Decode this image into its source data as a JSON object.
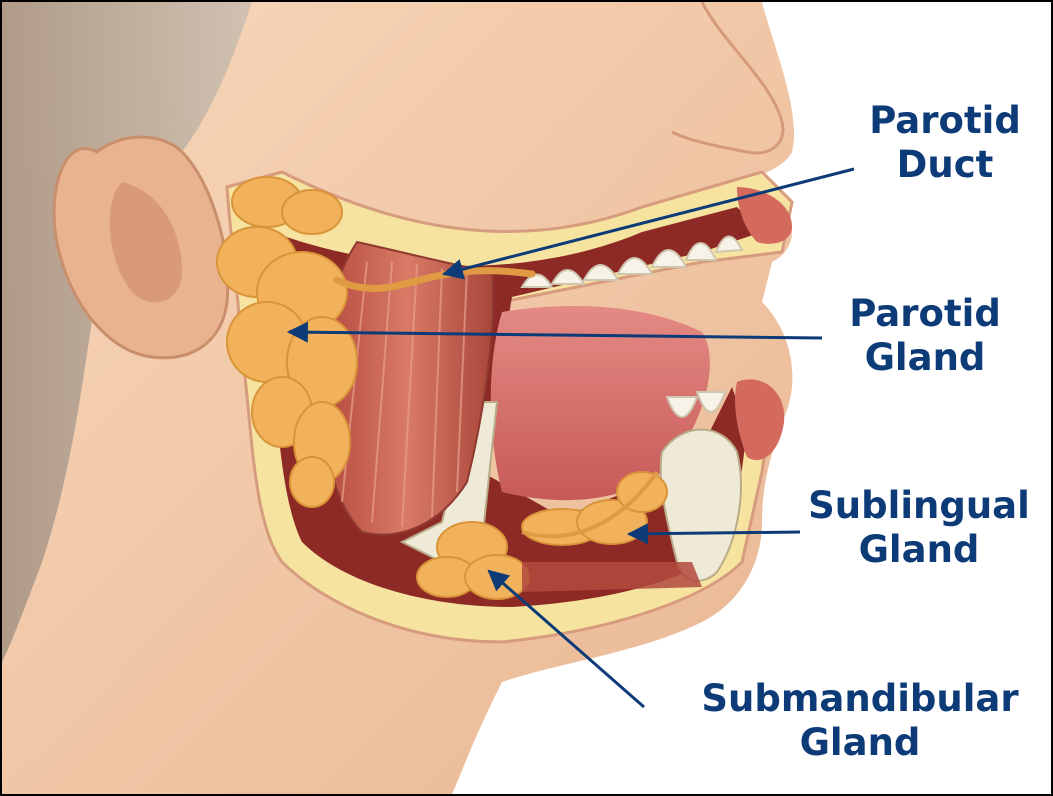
{
  "labels": {
    "parotid_duct": {
      "line1": "Parotid",
      "line2": "Duct"
    },
    "parotid_gland": {
      "line1": "Parotid",
      "line2": "Gland"
    },
    "sublingual_gland": {
      "line1": "Sublingual",
      "line2": "Gland"
    },
    "submandibular_gland": {
      "line1": "Submandibular",
      "line2": "Gland"
    }
  },
  "colors": {
    "label_text": "#0d3b78",
    "arrow": "#0d3b78",
    "skin": "#f4ccac",
    "hair": "#b9a898",
    "gland": "#f2b25c",
    "muscle": "#c0584a",
    "tongue": "#d9706c",
    "teeth": "#f7f3e8",
    "bone": "#efe9d8",
    "duct": "#e09a44"
  }
}
